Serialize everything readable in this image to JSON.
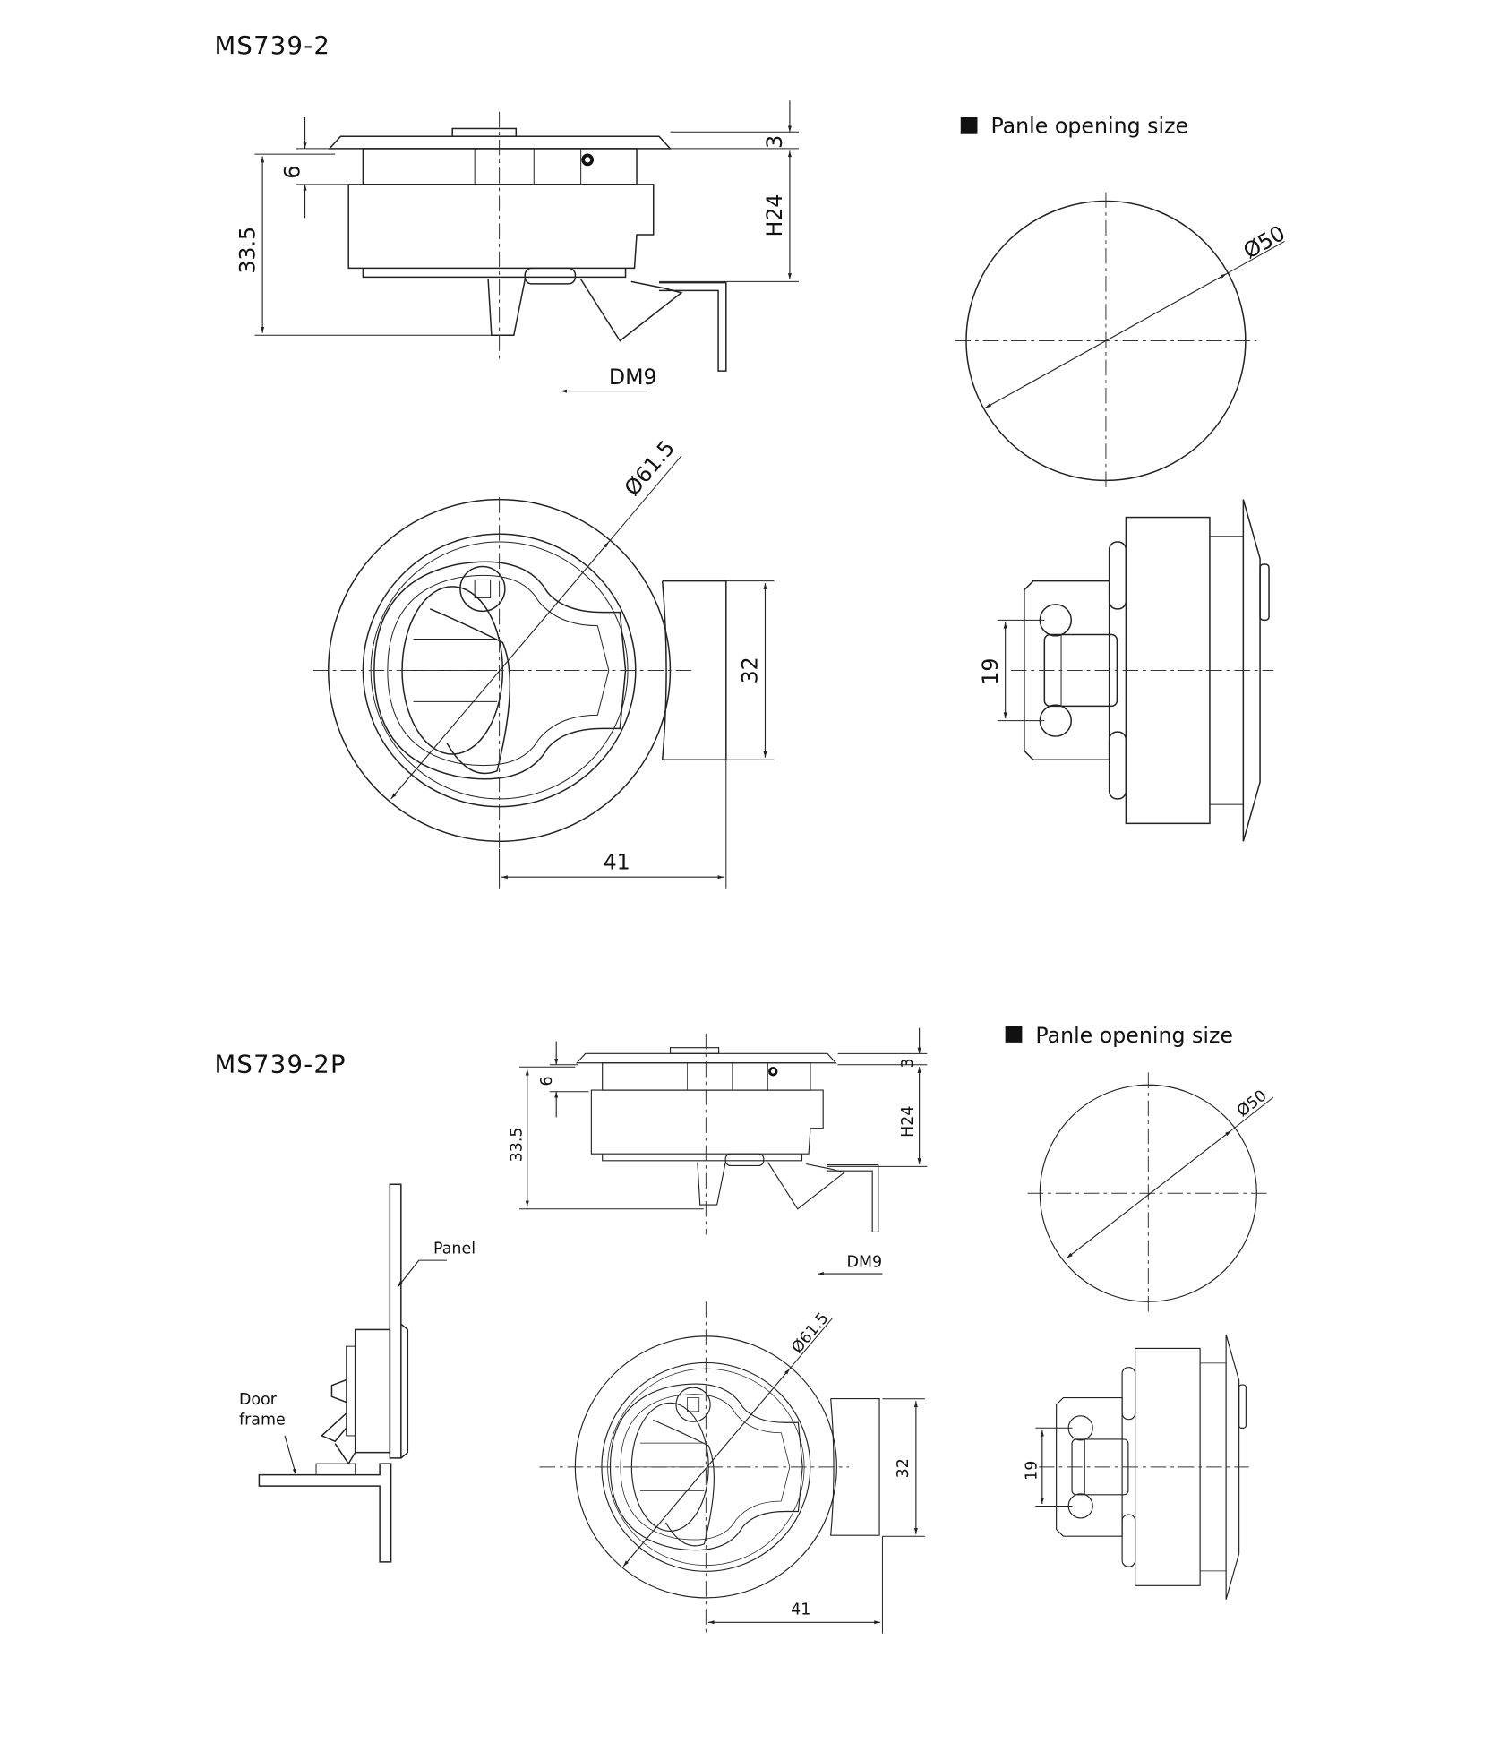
{
  "colors": {
    "line": "#222222",
    "background": "#ffffff"
  },
  "models": [
    {
      "title": "MS739-2",
      "panel_opening_label": "Panle opening size",
      "dimensions": {
        "flange": "3",
        "offset": "6",
        "height": "33.5",
        "depth": "H24",
        "direction": "DM9",
        "outer_diameter": "Ø61.5",
        "tab_height": "32",
        "tab_offset": "41",
        "opening_diameter": "Ø50",
        "bracket": "19"
      }
    },
    {
      "title": "MS739-2P",
      "panel_opening_label": "Panle opening size",
      "dimensions": {
        "flange": "3",
        "offset": "6",
        "height": "33.5",
        "depth": "H24",
        "direction": "DM9",
        "outer_diameter": "Ø61.5",
        "tab_height": "32",
        "tab_offset": "41",
        "opening_diameter": "Ø50",
        "bracket": "19"
      },
      "assembly": {
        "panel_label": "Panel",
        "door_frame_label_line1": "Door",
        "door_frame_label_line2": "frame"
      }
    }
  ]
}
